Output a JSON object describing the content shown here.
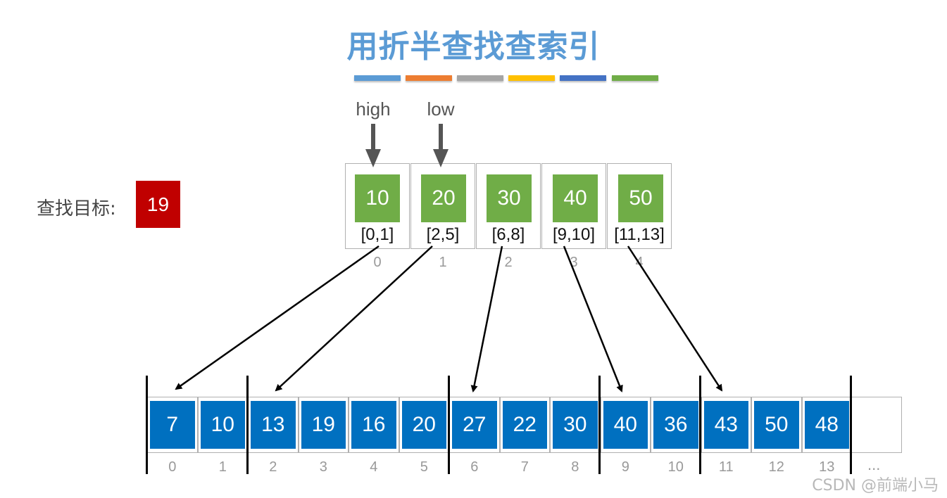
{
  "title": "用折半查找查索引",
  "color_bars": [
    "#5b9bd5",
    "#ed7d31",
    "#a5a5a5",
    "#ffc000",
    "#4472c4",
    "#70ad47"
  ],
  "pointers": {
    "high": "high",
    "low": "low"
  },
  "target": {
    "label": "查找目标:",
    "value": "19"
  },
  "index_table": [
    {
      "key": "10",
      "range": "[0,1]",
      "pos": "0"
    },
    {
      "key": "20",
      "range": "[2,5]",
      "pos": "1"
    },
    {
      "key": "30",
      "range": "[6,8]",
      "pos": "2"
    },
    {
      "key": "40",
      "range": "[9,10]",
      "pos": "3"
    },
    {
      "key": "50",
      "range": "[11,13]",
      "pos": "4"
    }
  ],
  "array": [
    {
      "value": "7",
      "pos": "0"
    },
    {
      "value": "10",
      "pos": "1"
    },
    {
      "value": "13",
      "pos": "2"
    },
    {
      "value": "19",
      "pos": "3"
    },
    {
      "value": "16",
      "pos": "4"
    },
    {
      "value": "20",
      "pos": "5"
    },
    {
      "value": "27",
      "pos": "6"
    },
    {
      "value": "22",
      "pos": "7"
    },
    {
      "value": "30",
      "pos": "8"
    },
    {
      "value": "40",
      "pos": "9"
    },
    {
      "value": "36",
      "pos": "10"
    },
    {
      "value": "43",
      "pos": "11"
    },
    {
      "value": "50",
      "pos": "12"
    },
    {
      "value": "48",
      "pos": "13"
    }
  ],
  "array_ellipsis": "...",
  "watermark": "CSDN @前端小马",
  "colors": {
    "title": "#5b9bd5",
    "index_key": "#70ad47",
    "array_value": "#0070c0",
    "target": "#c00000"
  }
}
